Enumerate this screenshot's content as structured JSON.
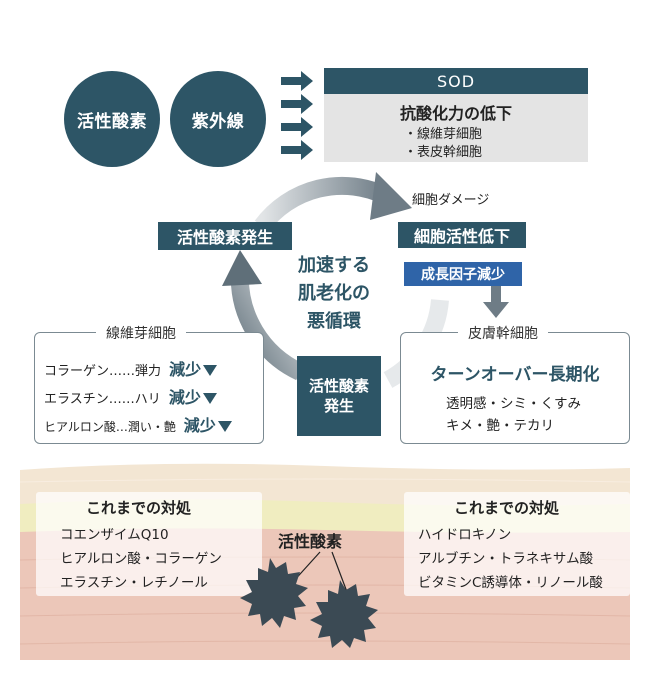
{
  "top": {
    "circle_left": "活性酸素",
    "circle_right": "紫外線",
    "sod_label": "SOD",
    "effect_title": "抗酸化力の低下",
    "effect_items": [
      "・線維芽細胞",
      "・表皮幹細胞"
    ]
  },
  "cycle": {
    "center_lines": [
      "加速する",
      "肌老化の",
      "悪循環"
    ],
    "left_tag": "活性酸素発生",
    "damage_label": "細胞ダメージ",
    "right_tag": "細胞活性低下",
    "growth_tag": "成長因子減少",
    "bottom_tag_lines": [
      "活性酸素",
      "発生"
    ]
  },
  "fibroblast_panel": {
    "title": "線維芽細胞",
    "rows": [
      {
        "text": "コラーゲン……弾力",
        "change": "減少"
      },
      {
        "text": "エラスチン……ハリ",
        "change": "減少"
      },
      {
        "text": "ヒアルロン酸…潤い・艶",
        "change": "減少"
      }
    ]
  },
  "stem_panel": {
    "title": "皮膚幹細胞",
    "headline": "ターンオーバー長期化",
    "lines": [
      "透明感・シミ・くすみ",
      "キメ・艶・テカリ"
    ]
  },
  "skin": {
    "left_card": {
      "title": "これまでの対処",
      "lines": [
        "コエンザイムQ10",
        "ヒアルロン酸・コラーゲン",
        "エラスチン・レチノール"
      ]
    },
    "right_card": {
      "title": "これまでの対処",
      "lines": [
        "ハイドロキノン",
        "アルブチン・トラネキサム酸",
        "ビタミンC誘導体・リノール酸"
      ]
    },
    "ros_label": "活性酸素"
  },
  "colors": {
    "dark_teal": "#2d5566",
    "blue": "#2f64a8",
    "gray_box": "#e4e4e4",
    "skin_top": "#f2e4cf",
    "skin_yellow": "#f1eec0",
    "skin_pink": "#ecc6b8"
  }
}
